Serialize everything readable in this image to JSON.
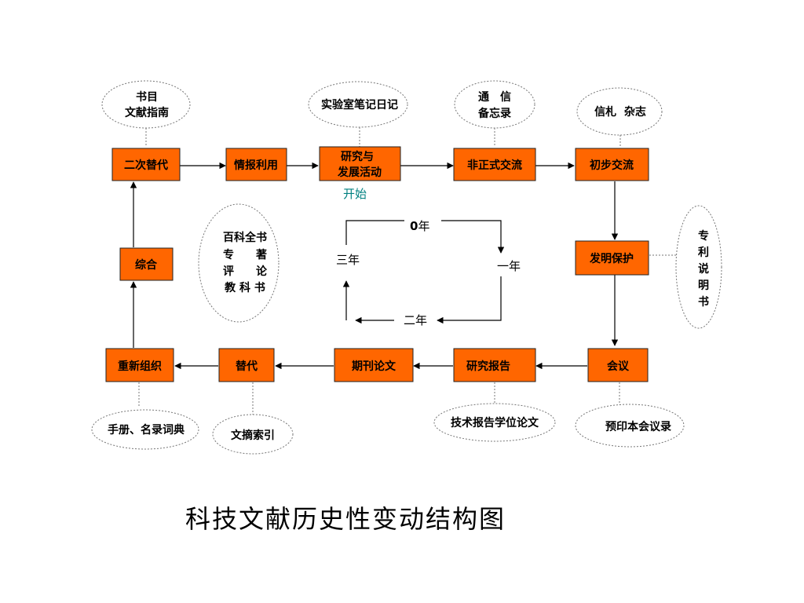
{
  "title": "科技文献历史性变动结构图",
  "colors": {
    "box_fill": "#ff6600",
    "start_text": "#008080"
  },
  "boxes": {
    "secondary_substitute": "二次替代",
    "info_use": "情报利用",
    "rd_line1": "研究与",
    "rd_line2": "发展活动",
    "informal_exchange": "非正式交流",
    "initial_exchange": "初步交流",
    "comprehensive": "综合",
    "invention_protection": "发明保护",
    "reorganize": "重新组织",
    "substitute": "替代",
    "journal_paper": "期刊论文",
    "research_report": "研究报告",
    "conference": "会议"
  },
  "ellipses": {
    "bibliography_line1": "书目",
    "bibliography_line2": "文献指南",
    "lab_notes": "实验室笔记日记",
    "comm_line1": "通　信",
    "comm_line2": "备忘录",
    "letters": "信札  杂志",
    "encyclopedia": [
      "百科全书",
      "专　　著",
      "评　　论",
      "教 科 书"
    ],
    "patent": [
      "专",
      "利",
      "说",
      "明",
      "书"
    ],
    "handbooks": "手册、名录词典",
    "abstracts": "文摘索引",
    "tech_report": "技术报告学位论文",
    "preprint": "预印本会议录"
  },
  "start_label": "开始",
  "cycle": {
    "year0_num": "0",
    "year0_unit": "年",
    "year1": "一年",
    "year2": "二年",
    "year3": "三年"
  }
}
